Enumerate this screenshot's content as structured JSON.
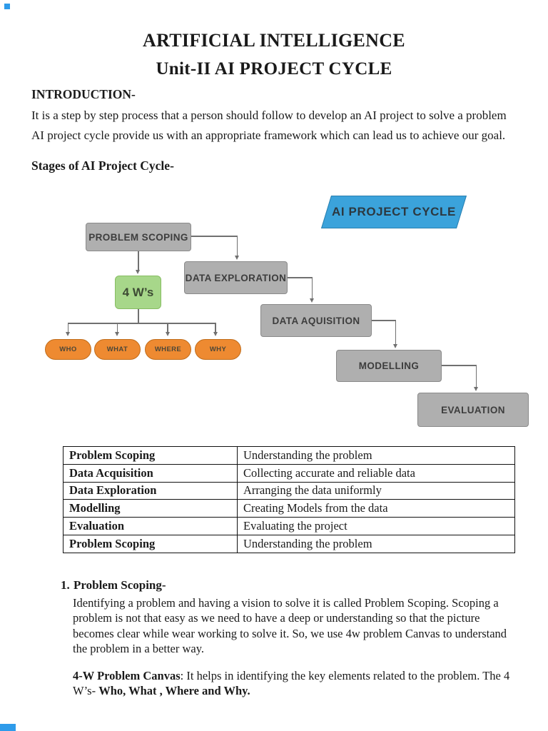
{
  "markers": {
    "color": "#2e9bea"
  },
  "header": {
    "title_line1": "ARTIFICIAL INTELLIGENCE",
    "title_line2": "Unit-II AI PROJECT CYCLE",
    "intro_heading": "INTRODUCTION-",
    "intro_text": "It is a step by step process that a person should follow to develop an AI project to solve a problem AI project cycle provide us with an appropriate framework which can lead us to achieve our goal.",
    "stages_heading": "Stages of AI Project Cycle-"
  },
  "diagram": {
    "banner_label": "AI PROJECT CYCLE",
    "boxes": {
      "problem_scoping": "PROBLEM SCOPING",
      "data_exploration": "DATA EXPLORATION",
      "data_aquisition": "DATA AQUISITION",
      "modelling": "MODELLING",
      "evaluation": "EVALUATION",
      "four_ws": "4 W’s",
      "who": "WHO",
      "what": "WHAT",
      "where": "WHERE",
      "why": "WHY"
    },
    "colors": {
      "banner_blue": "#3ba3db",
      "stage_gray": "#afafaf",
      "four_ws_green": "#a7d78a",
      "w_orange": "#ee8a31",
      "connector_gray": "#707070"
    }
  },
  "table": {
    "rows": [
      {
        "stage": "Problem Scoping",
        "description": "Understanding the problem"
      },
      {
        "stage": "Data Acquisition",
        "description": "Collecting accurate and reliable data"
      },
      {
        "stage": "Data Exploration",
        "description": "Arranging the data uniformly"
      },
      {
        "stage": "Modelling",
        "description": "Creating Models from the data"
      },
      {
        "stage": "Evaluation",
        "description": "Evaluating the project"
      },
      {
        "stage": "Problem Scoping",
        "description": "Understanding the problem"
      }
    ]
  },
  "section1": {
    "number": "1.",
    "heading": "Problem Scoping-",
    "body": "Identifying a problem and having a vision to solve it is called Problem Scoping. Scoping a problem is not that easy as we need to have a deep or understanding so that the picture becomes clear while wear working to solve it. So, we use 4w problem Canvas to understand the problem in a better way.",
    "canvas_bold": "4-W Problem Canvas",
    "canvas_text": ": It helps in identifying  the key elements related to the problem. The 4 W’s- ",
    "canvas_bold_end": "Who, What , Where and Why."
  }
}
